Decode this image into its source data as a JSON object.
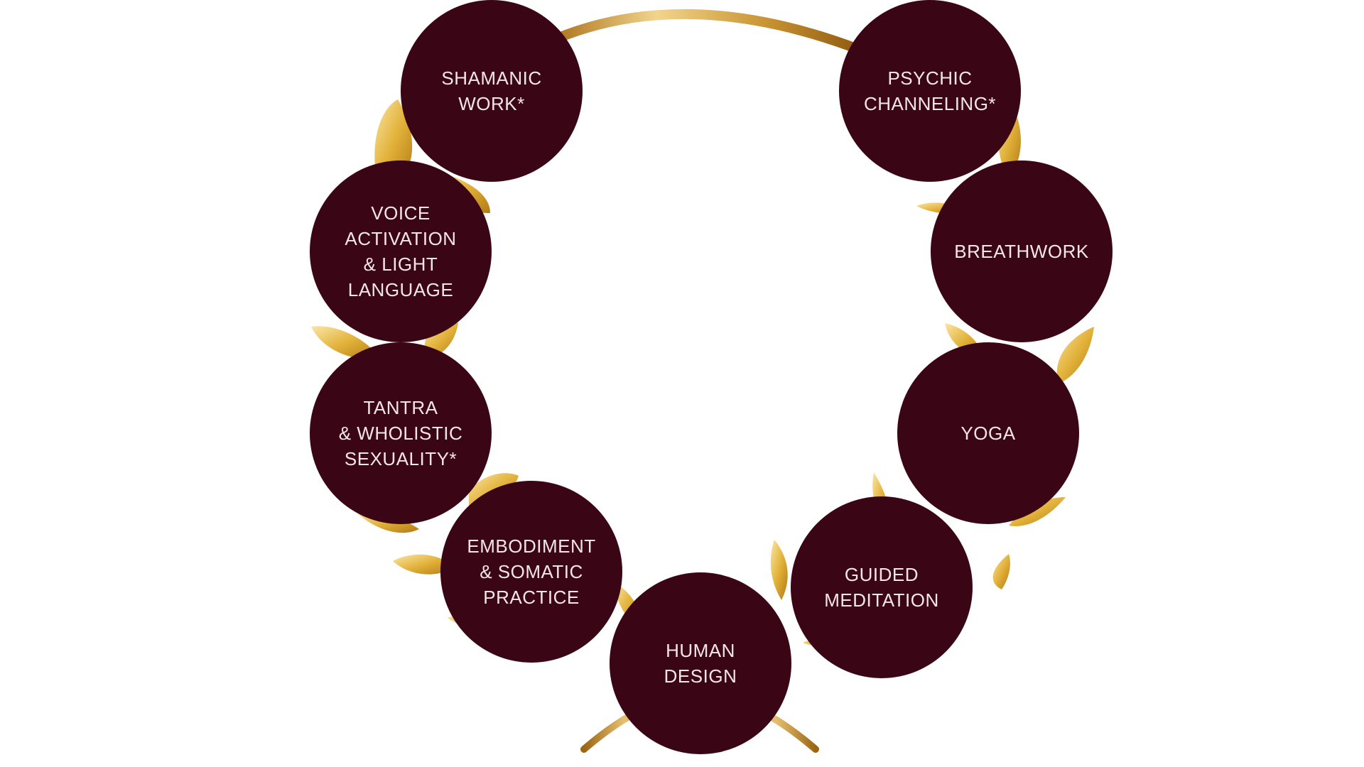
{
  "colors": {
    "circle_fill": "#3a0616",
    "circle_text": "#f3e6ea",
    "gold_light": "#f4d27a",
    "gold_mid": "#d9a520",
    "gold_dark": "#9c6512",
    "background": "#ffffff"
  },
  "diagram": {
    "nodes": [
      {
        "id": "shamanic",
        "label": "SHAMANIC\nWORK*"
      },
      {
        "id": "psychic",
        "label": "PSYCHIC\nCHANNELING*"
      },
      {
        "id": "voice",
        "label": "VOICE\nACTIVATION\n& LIGHT\nLANGUAGE"
      },
      {
        "id": "breath",
        "label": "BREATHWORK"
      },
      {
        "id": "tantra",
        "label": "TANTRA\n& WHOLISTIC\nSEXUALITY*"
      },
      {
        "id": "yoga",
        "label": "YOGA"
      },
      {
        "id": "embody",
        "label": "EMBODIMENT\n& SOMATIC\nPRACTICE"
      },
      {
        "id": "guided",
        "label": "GUIDED\nMEDITATION"
      },
      {
        "id": "human",
        "label": "HUMAN\nDESIGN"
      }
    ]
  }
}
